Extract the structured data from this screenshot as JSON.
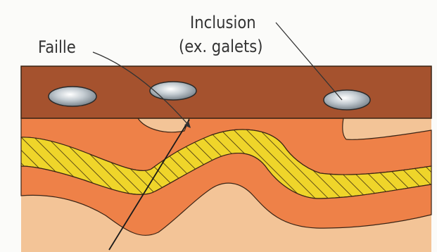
{
  "labels": {
    "faille": "Faille",
    "inclusion_line1": "Inclusion",
    "inclusion_line2": "(ex. galets)"
  },
  "colors": {
    "background": "#fbfbf9",
    "top_layer": "#a5522e",
    "tan_layer": "#f3c497",
    "orange_layer": "#ee8148",
    "yellow_layer": "#efd52a",
    "hatch": "#3a2a10",
    "outline": "#3a2415",
    "pebble": "#8f9aa3",
    "text": "#333333"
  }
}
